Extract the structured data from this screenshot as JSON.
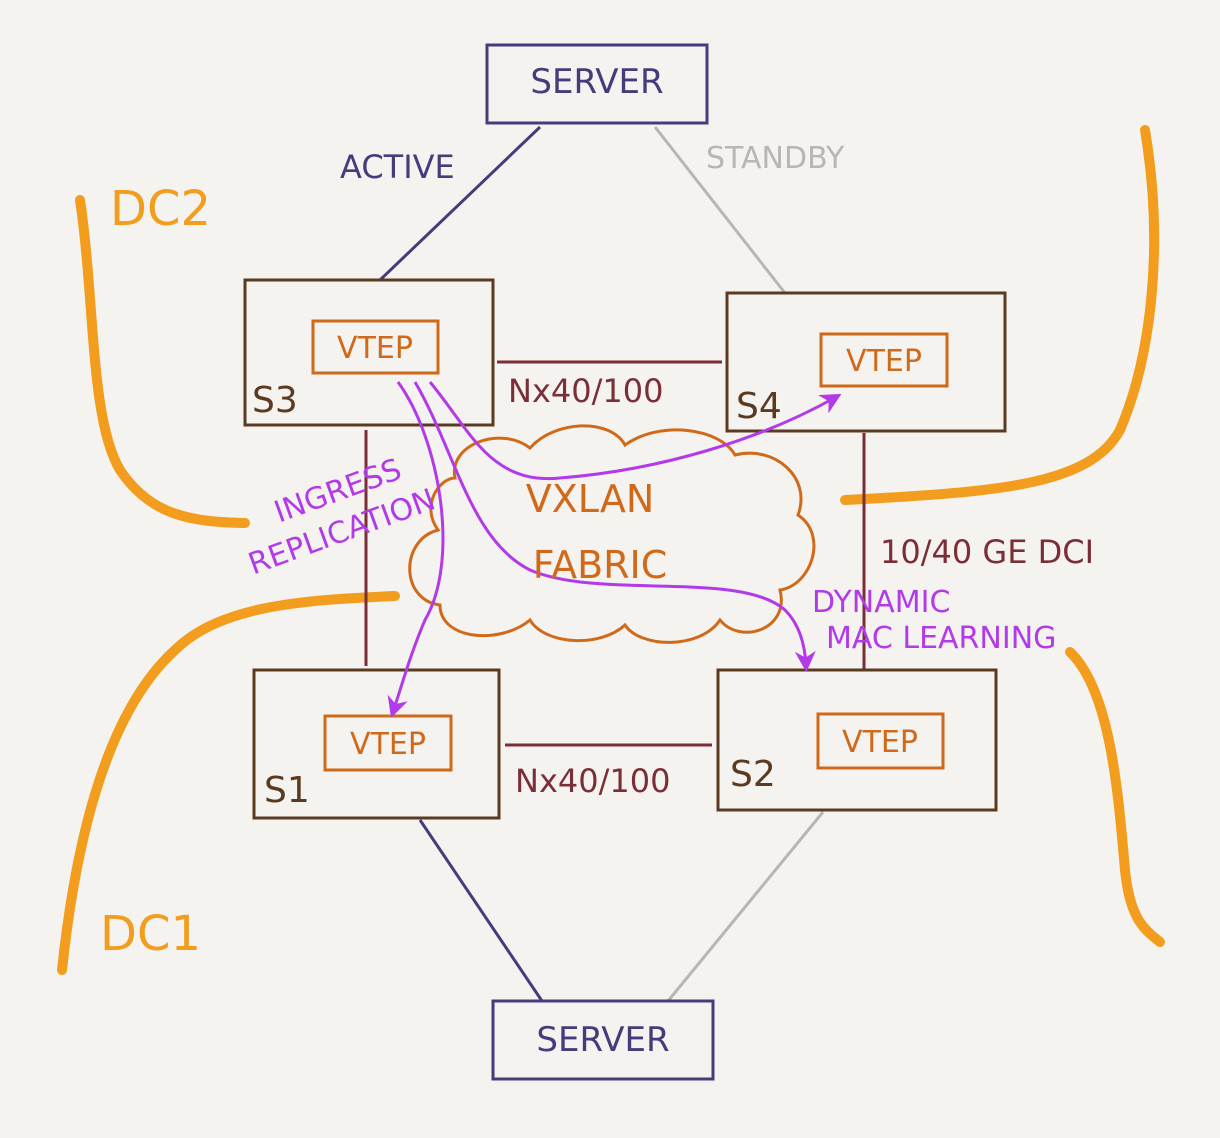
{
  "servers": {
    "top": "SERVER",
    "bottom": "SERVER"
  },
  "links": {
    "active": "ACTIVE",
    "standby": "STANDBY",
    "top_interswitch": "Nx40/100",
    "bottom_interswitch": "Nx40/100",
    "dci": "10/40 GE DCI"
  },
  "switches": {
    "s3": {
      "name": "S3",
      "vtep": "VTEP"
    },
    "s4": {
      "name": "S4",
      "vtep": "VTEP"
    },
    "s1": {
      "name": "S1",
      "vtep": "VTEP"
    },
    "s2": {
      "name": "S2",
      "vtep": "VTEP"
    }
  },
  "datacenters": {
    "dc1": "DC1",
    "dc2": "DC2"
  },
  "fabric": {
    "line1": "VXLAN",
    "line2": "FABRIC"
  },
  "annotations": {
    "ingress_line1": "INGRESS",
    "ingress_line2": "REPLICATION",
    "dynamic_line1": "DYNAMIC",
    "dynamic_line2": "MAC LEARNING"
  },
  "colors": {
    "server": "#4a3a7c",
    "active_link": "#4a3a7c",
    "standby_link": "#b8b6b2",
    "switch": "#5b3a22",
    "vtep": "#d06a1a",
    "interswitch": "#7a2e36",
    "dc_boundary": "#f29d1e",
    "replication": "#b23ae8"
  }
}
